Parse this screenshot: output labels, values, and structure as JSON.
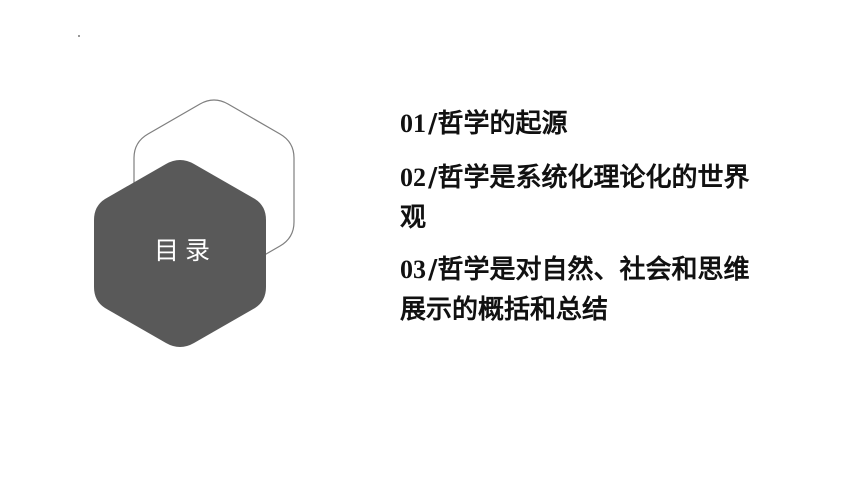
{
  "slide": {
    "label": "目录",
    "toc": [
      {
        "number": "01",
        "title": "/哲学的起源"
      },
      {
        "number": "02",
        "title": "/哲学是系统化理论化的世界观"
      },
      {
        "number": "03",
        "title": "/哲学是对自然、社会和思维展示的概括和总结"
      }
    ]
  },
  "colors": {
    "hex_fill": "#595959",
    "hex_outline": "#7f7f7f",
    "text": "#111111"
  }
}
